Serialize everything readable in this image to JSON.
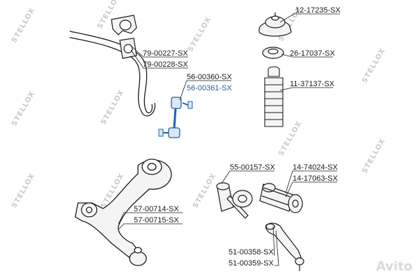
{
  "watermark": {
    "text": "STELLOX",
    "colors": {
      "stroke": "#c9c9c9"
    }
  },
  "logo": {
    "text": "Avito"
  },
  "parts": {
    "top_mount": "12-17235-SX",
    "bearing": "26-17037-SX",
    "bump_stop": "11-37137-SX",
    "stab_bushing_a": "79-00227-SX",
    "stab_bushing_b": "79-00228-SX",
    "stab_link_a": "56-00360-SX",
    "stab_link_b": "56-00361-SX",
    "arm_bushing_a": "55-00157-SX",
    "arm_bushing_b": "14-74024-SX",
    "arm_bushing_c": "14-17063-SX",
    "control_arm_a": "57-00714-SX",
    "control_arm_b": "57-00715-SX",
    "tie_rod_a": "51-00358-SX",
    "tie_rod_b": "51-00359-SX"
  },
  "colors": {
    "highlight": "#1f5fb0",
    "line": "#1a1a1a",
    "part_fill": "#f4f4f4"
  }
}
